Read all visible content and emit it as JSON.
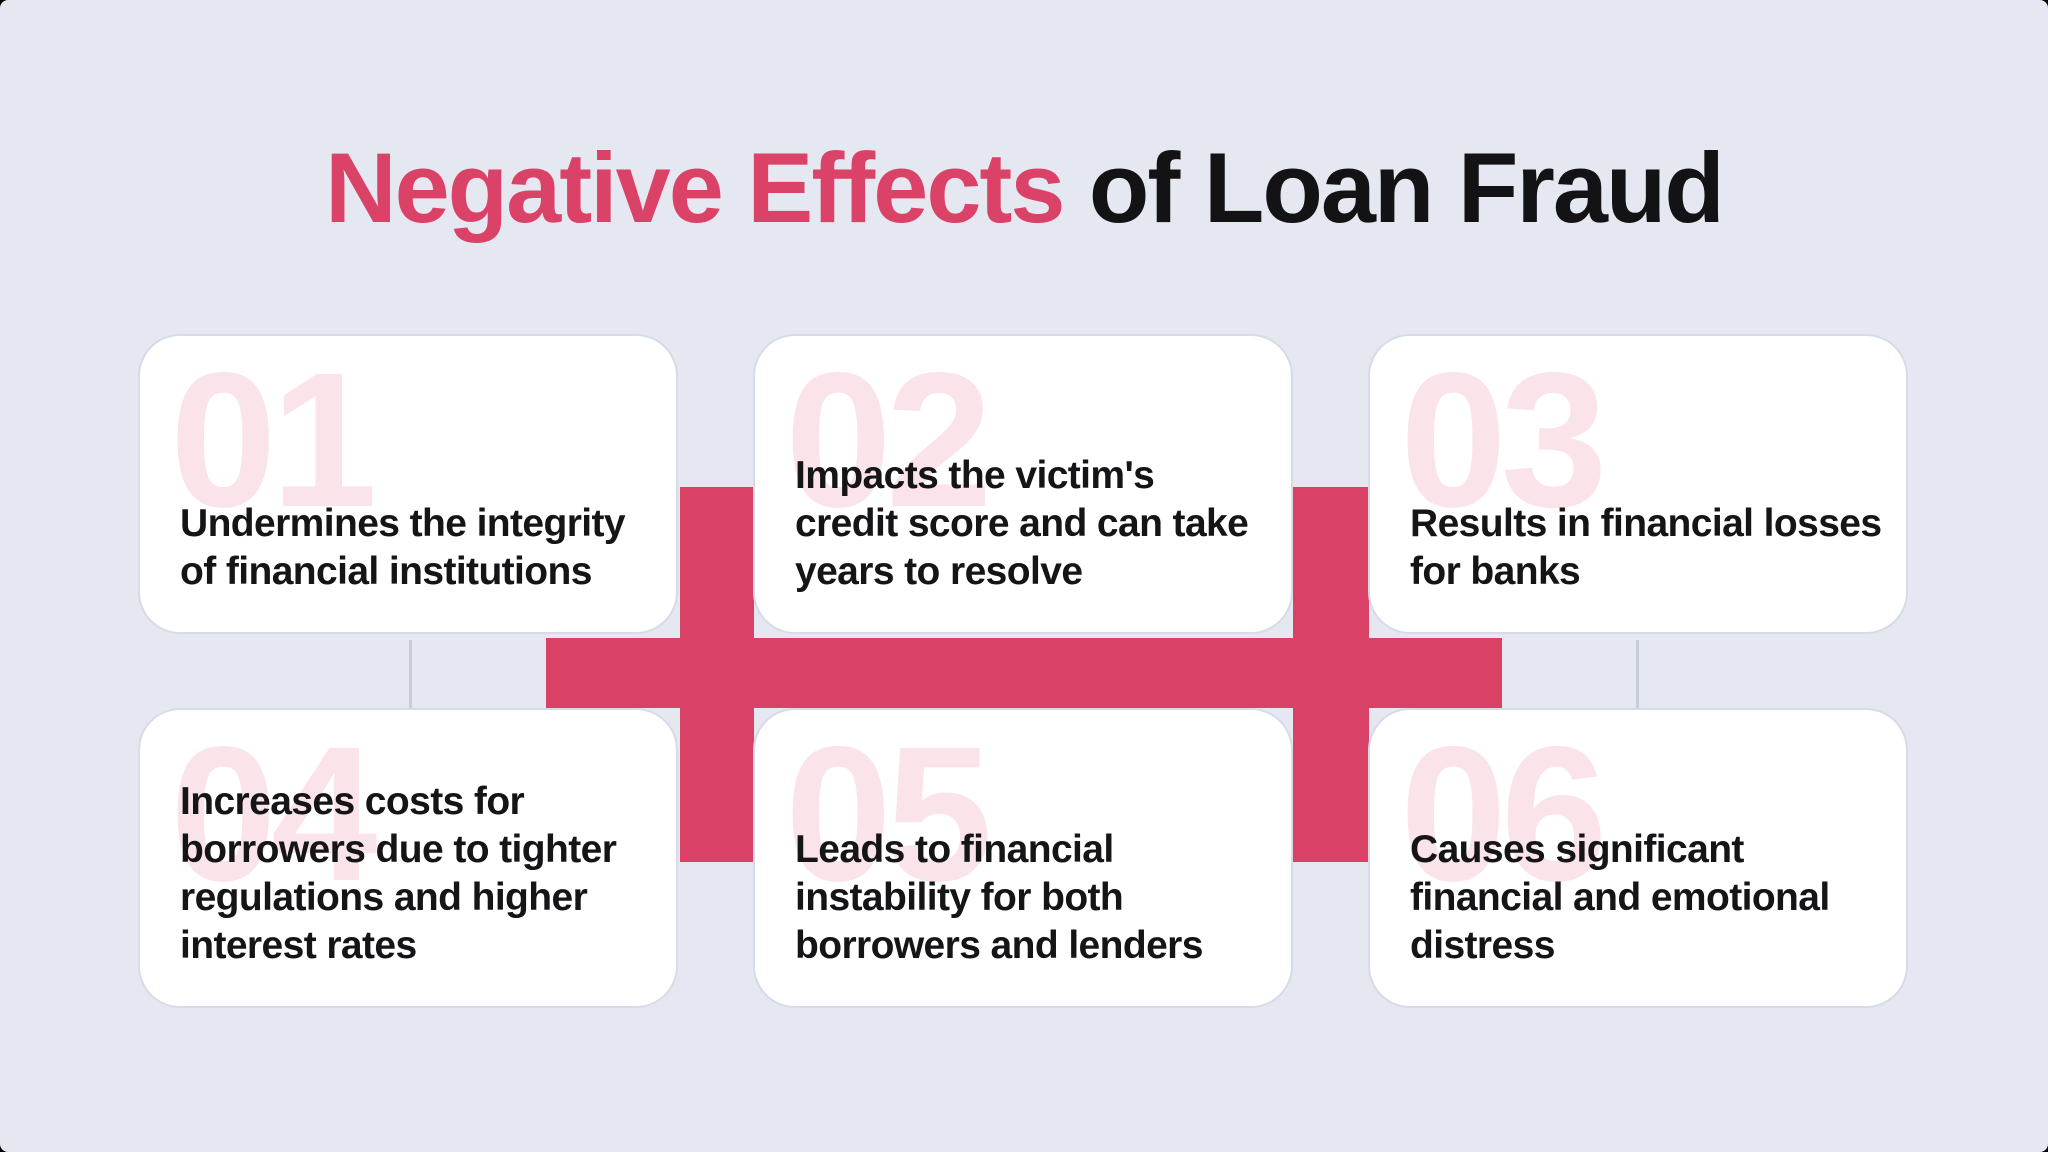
{
  "title": {
    "accent": "Negative Effects",
    "rest": " of Loan Fraud"
  },
  "colors": {
    "background": "#e5e8f0",
    "accent": "#db4268",
    "connector_band": "#d94167",
    "number_watermark": "#fae3e9",
    "text": "#151518",
    "connector_line": "#c5ccda"
  },
  "cards": [
    {
      "number": "01",
      "text": "Undermines the integrity of financial institutions"
    },
    {
      "number": "02",
      "text": "Impacts the victim's credit score and can take years to resolve"
    },
    {
      "number": "03",
      "text": "Results in financial losses for banks"
    },
    {
      "number": "04",
      "text": "Increases costs for borrowers due to tighter regulations and higher interest rates"
    },
    {
      "number": "05",
      "text": "Leads to financial instability for both borrowers and lenders"
    },
    {
      "number": "06",
      "text": "Causes significant financial and emotional distress"
    }
  ]
}
